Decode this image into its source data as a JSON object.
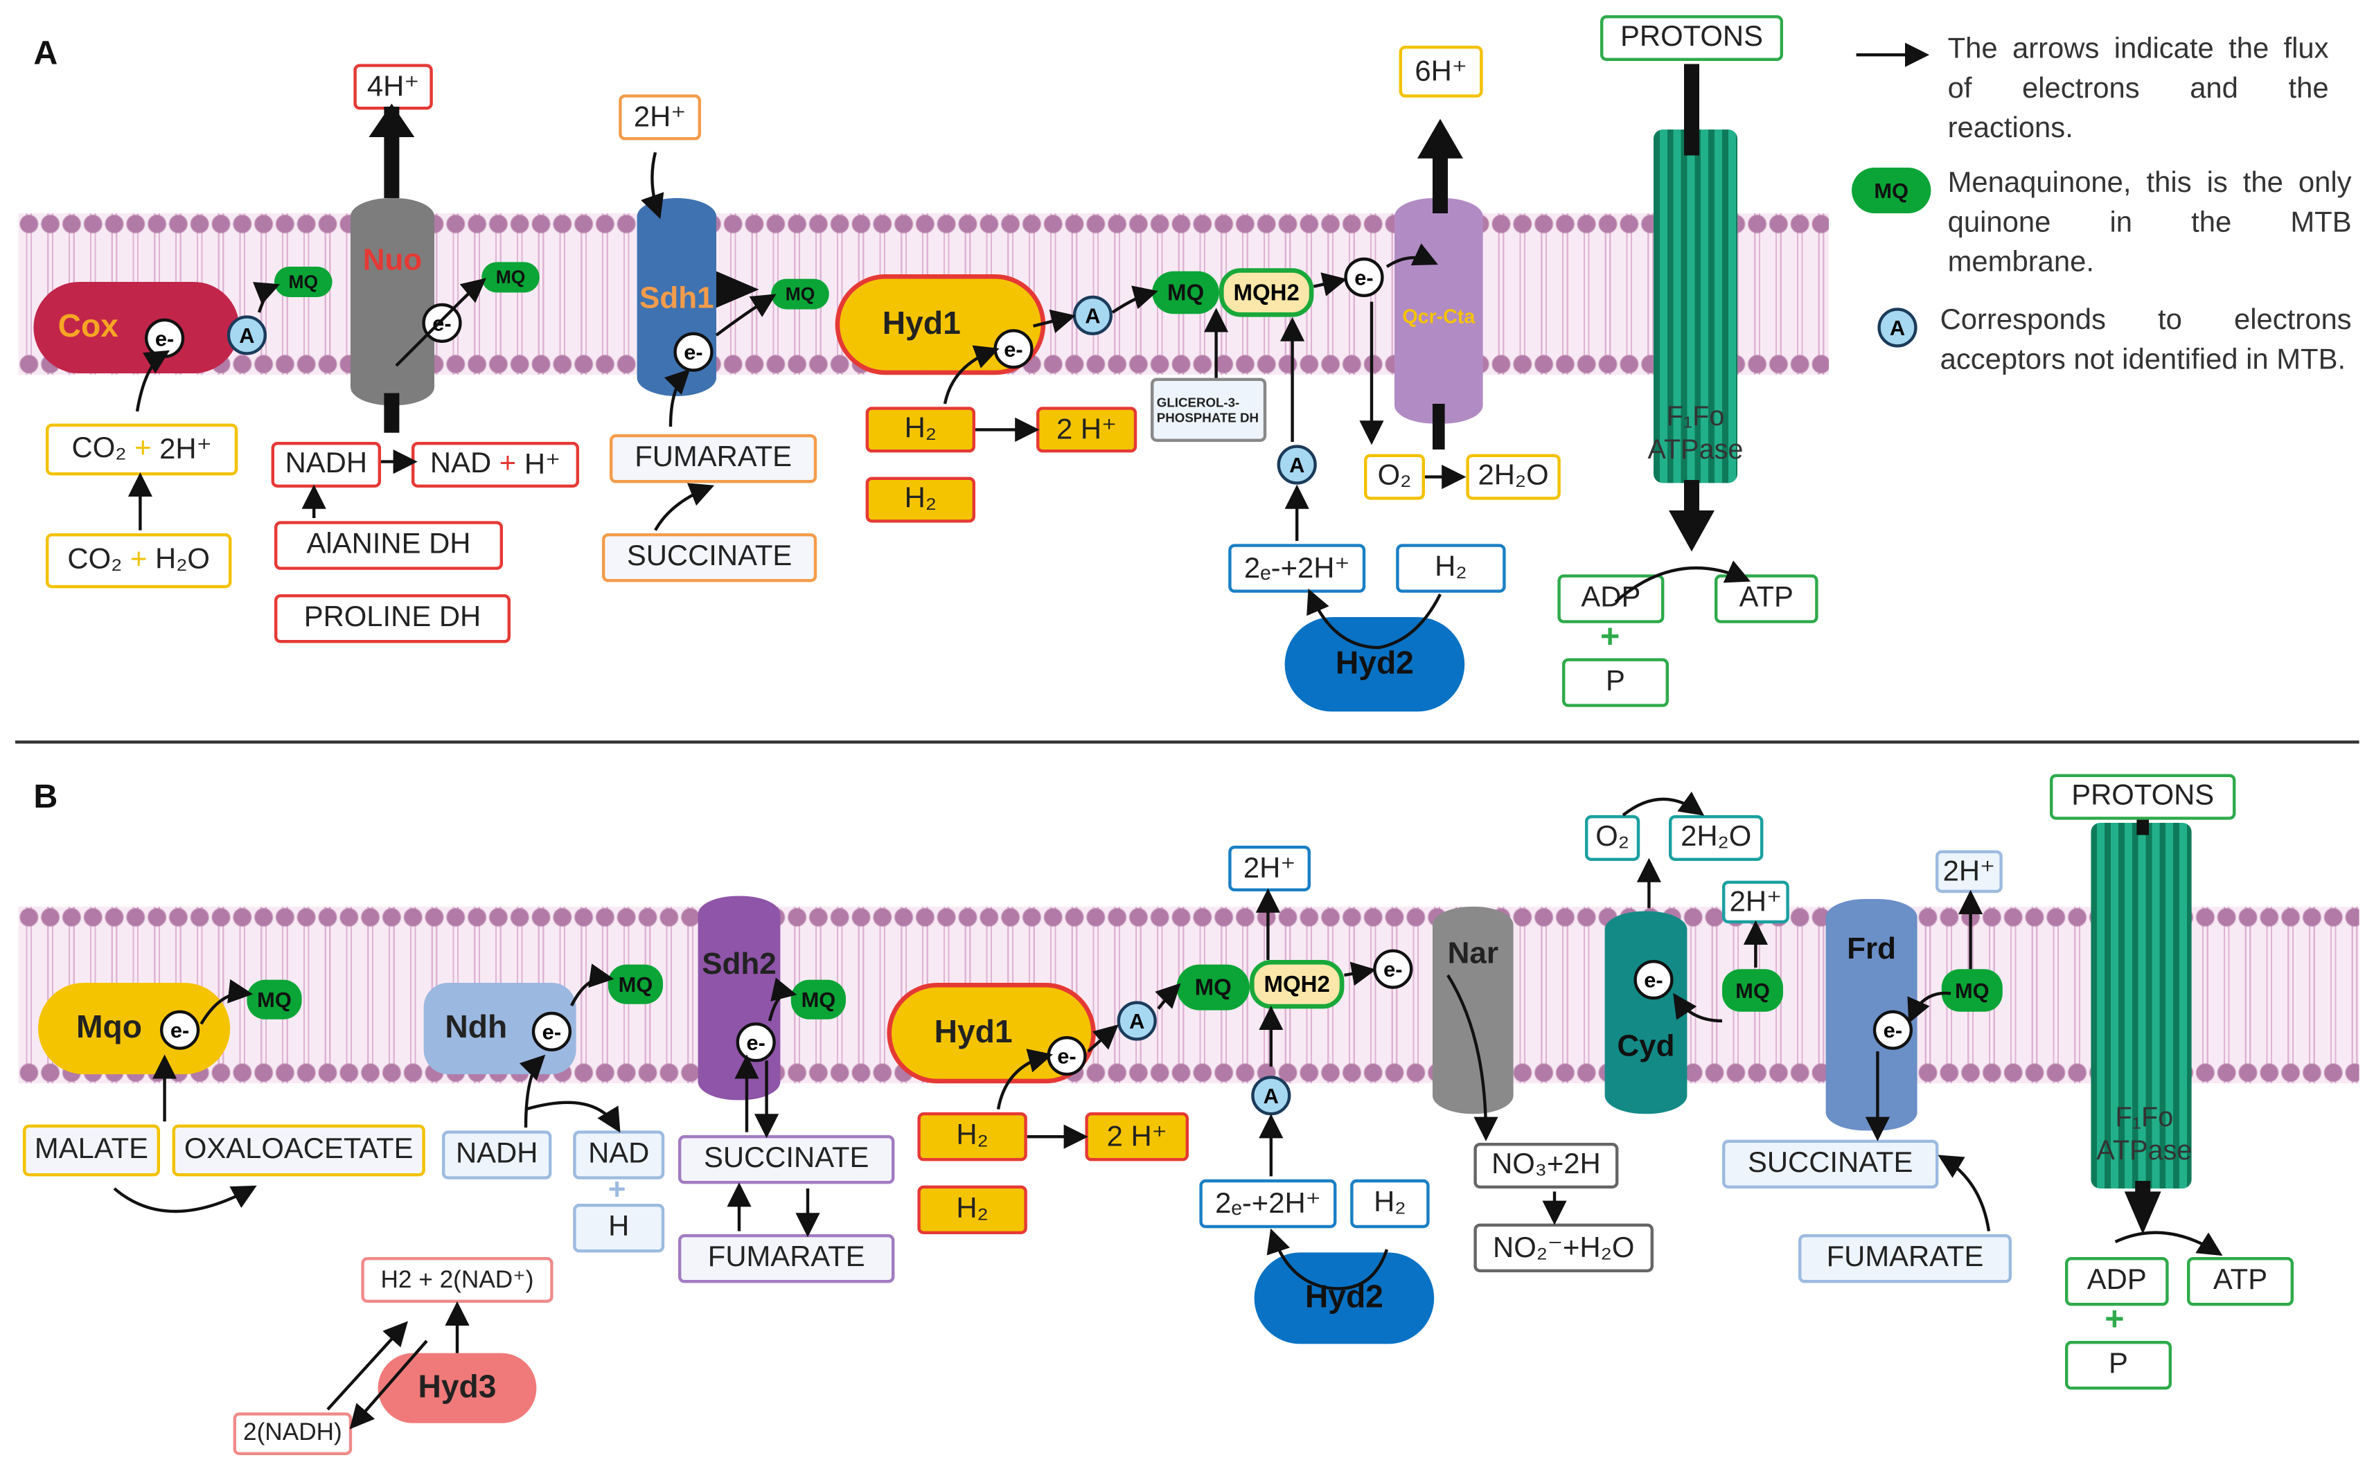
{
  "panel_a": {
    "label": "A",
    "cox": "Cox",
    "nuo": "Nuo",
    "sdh1": "Sdh1",
    "hyd1": "Hyd1",
    "qcr": "Qcr-Cta",
    "hyd2": "Hyd2",
    "e": "e-",
    "a": "A",
    "mq": "MQ",
    "mqh2": "MQH2",
    "h4": "4H⁺",
    "h2a": "2H⁺",
    "h6": "6H⁺",
    "protons": "PROTONS",
    "co2_2h_a": "CO₂",
    "co2_2h_plus": "+",
    "co2_2h_b": "2H⁺",
    "co2_h2o_a": "CO₂",
    "co2_h2o_plus": "+",
    "co2_h2o_b": "H₂O",
    "nadh": "NADH",
    "nad_a": "NAD",
    "nad_plus": "+",
    "nad_b": "H⁺",
    "alanine": "AlANINE DH",
    "proline": "PROLINE DH",
    "fumarate": "FUMARATE",
    "succinate": "SUCCINATE",
    "h2_1": "H₂",
    "h2_2": "H₂",
    "h2plus": "2 H⁺",
    "glicerol": "GLICEROL-3-PHOSPHATE DH",
    "twoe": "2ₑ-+2H⁺",
    "h2_hyd2": "H₂",
    "o2": "O₂",
    "h2o": "2H₂O",
    "atpase": "F₁Fo ATPase",
    "adp": "ADP",
    "plus": "+",
    "p": "P",
    "atp": "ATP"
  },
  "legend": {
    "arrows": "The arrows indicate the flux of electrons and the reactions.",
    "mq_label": "MQ",
    "mq": "Menaquinone, this is the only quinone in the MTB membrane.",
    "a_label": "A",
    "a": "Corresponds to electrons acceptors not identified in MTB."
  },
  "panel_b": {
    "label": "B",
    "mqo": "Mqo",
    "ndh": "Ndh",
    "sdh2": "Sdh2",
    "hyd1": "Hyd1",
    "nar": "Nar",
    "cyd": "Cyd",
    "frd": "Frd",
    "hyd2": "Hyd2",
    "hyd3": "Hyd3",
    "e": "e-",
    "a": "A",
    "mq": "MQ",
    "mqh2": "MQH2",
    "malate": "MALATE",
    "oxaloacetate": "OXALOACETATE",
    "nadh": "NADH",
    "nad": "NAD",
    "nad_plus": "+",
    "h": "H",
    "succinate": "SUCCINATE",
    "fumarate": "FUMARATE",
    "h2_1": "H₂",
    "h2_2": "H₂",
    "h2plus": "2 H⁺",
    "h2plus_mq": "2H⁺",
    "twoe": "2ₑ-+2H⁺",
    "h2_hyd2": "H₂",
    "no3": "NO₃+2H",
    "no2": "NO₂⁻+H₂O",
    "o2": "O₂",
    "h2o": "2H₂O",
    "h2plus_cyd": "2H⁺",
    "h2plus_frd": "2H⁺",
    "succinate_frd": "SUCCINATE",
    "fumarate_frd": "FUMARATE",
    "h2_nad": "H2 + 2(NAD⁺)",
    "nadh2": "2(NADH)",
    "protons": "PROTONS",
    "atpase": "F₁Fo ATPase",
    "adp": "ADP",
    "plus": "+",
    "p": "P",
    "atp": "ATP"
  },
  "colors": {
    "membrane": "#b27aa6",
    "mq": "#0aa536",
    "acceptor": "#a7d8f2",
    "hyd1": "#f5c400",
    "cox": "#c2254a",
    "hyd2": "#0a72c4",
    "nuo": "#7d7d7d",
    "sdh1": "#3f72b0",
    "qcr": "#b18bc4",
    "atpase": "#0e7a5a"
  }
}
